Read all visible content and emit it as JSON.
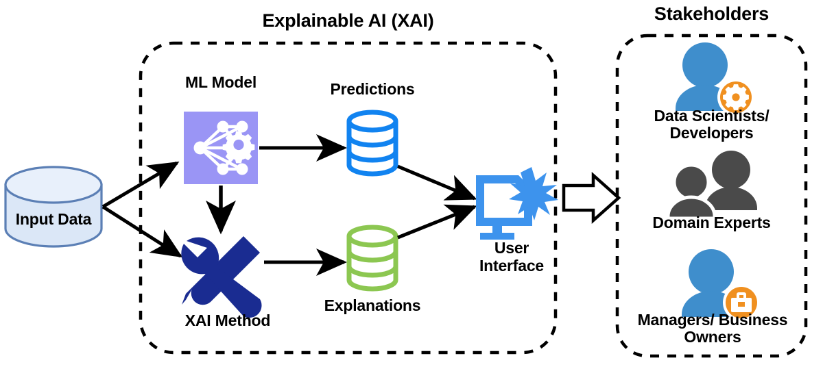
{
  "diagram": {
    "title": "Explainable AI (XAI) stakeholder pipeline",
    "sections": {
      "xai": {
        "title": "Explainable AI (XAI)",
        "border_style": "dashed-rounded"
      },
      "stakeholders": {
        "title": "Stakeholders",
        "border_style": "dashed-rounded"
      }
    },
    "nodes": {
      "input_data": {
        "label": "Input Data",
        "icon": "database-cylinder-icon",
        "fill": "#dbe7f7",
        "stroke": "#5b7fb5"
      },
      "ml_model": {
        "label": "ML Model",
        "icon": "neural-network-gear-icon",
        "fill": "#9a95f5",
        "icon_color": "#ffffff"
      },
      "xai_method": {
        "label": "XAI Method",
        "icon": "wrench-screwdriver-icon",
        "icon_color": "#1a2c91"
      },
      "predictions": {
        "label": "Predictions",
        "icon": "database-stack-icon",
        "stroke": "#1183f0"
      },
      "explanations": {
        "label": "Explanations",
        "icon": "database-stack-icon",
        "stroke": "#8cc751"
      },
      "user_interface": {
        "label": "User\nInterface",
        "icon": "monitor-sparkle-icon",
        "icon_color": "#3d93ed"
      }
    },
    "stakeholders": [
      {
        "label": "Data Scientists/\nDevelopers",
        "icon": "person-gear-icon",
        "person_color": "#3f8ecc",
        "badge_color": "#f09020"
      },
      {
        "label": "Domain Experts",
        "icon": "two-people-icon",
        "person_color": "#4a4a4a"
      },
      {
        "label": "Managers/ Business\nOwners",
        "icon": "person-briefcase-icon",
        "person_color": "#3f8ecc",
        "badge_color": "#f09020"
      }
    ],
    "connectors": [
      {
        "name": "input-to-ml-arrow",
        "from": "input_data",
        "to": "ml_model",
        "style": "solid-arrow"
      },
      {
        "name": "input-to-xai-arrow",
        "from": "input_data",
        "to": "xai_method",
        "style": "solid-arrow"
      },
      {
        "name": "ml-to-xai-arrow",
        "from": "ml_model",
        "to": "xai_method",
        "style": "solid-arrow"
      },
      {
        "name": "ml-to-predictions-arrow",
        "from": "ml_model",
        "to": "predictions",
        "style": "solid-arrow"
      },
      {
        "name": "xai-to-explanations-arrow",
        "from": "xai_method",
        "to": "explanations",
        "style": "solid-arrow"
      },
      {
        "name": "predictions-to-ui-arrow",
        "from": "predictions",
        "to": "user_interface",
        "style": "solid-arrow"
      },
      {
        "name": "explanations-to-ui-arrow",
        "from": "explanations",
        "to": "user_interface",
        "style": "solid-arrow"
      },
      {
        "name": "xai-to-stakeholders-block-arrow",
        "from": "xai_section",
        "to": "stakeholders_section",
        "style": "outlined-block-arrow"
      }
    ]
  }
}
